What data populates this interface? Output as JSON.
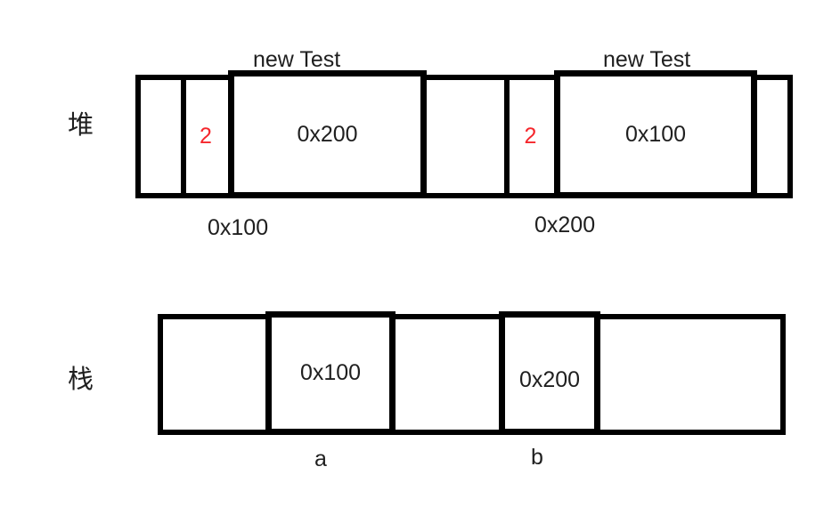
{
  "colors": {
    "line": "#000000",
    "text": "#1f1f1f",
    "ref_count_red": "#f5262c",
    "background": "#ffffff"
  },
  "heap": {
    "section_label": "堆",
    "objects": [
      {
        "title": "new Test",
        "count": "2",
        "value": "0x200",
        "address": "0x100"
      },
      {
        "title": "new Test",
        "count": "2",
        "value": "0x100",
        "address": "0x200"
      }
    ]
  },
  "stack": {
    "section_label": "栈",
    "slots": [
      {
        "value": "0x100",
        "name": "a"
      },
      {
        "value": "0x200",
        "name": "b"
      }
    ]
  }
}
